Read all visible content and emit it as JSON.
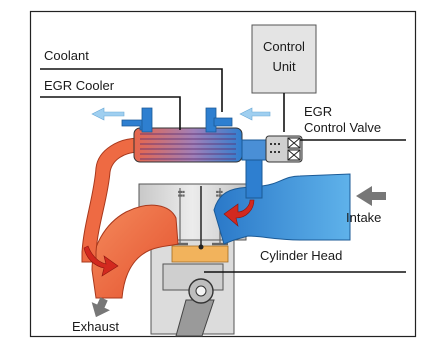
{
  "labels": {
    "coolant": "Coolant",
    "egr_cooler": "EGR Cooler",
    "control_unit_line1": "Control",
    "control_unit_line2": "Unit",
    "egr_valve_line1": "EGR",
    "egr_valve_line2": "Control Valve",
    "intake": "Intake",
    "cylinder_head": "Cylinder Head",
    "exhaust": "Exhaust"
  },
  "colors": {
    "hot_gas": "#ee6a43",
    "cool_air": "#2e7fd0",
    "coolant_flow": "#9fcff0",
    "engine_block": "#d9d9d9",
    "fuel_chamber": "#f2b35c",
    "flow_arrow_red": "#d2291f"
  }
}
